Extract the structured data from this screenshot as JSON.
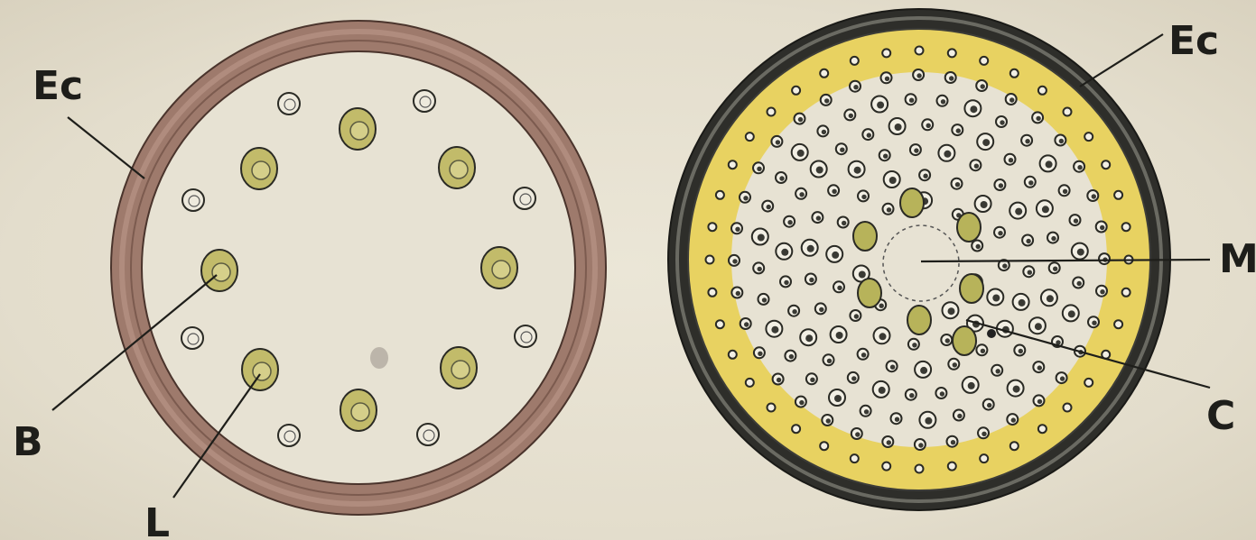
{
  "labels": {
    "left_ec": "Ec",
    "left_b": "B",
    "left_l": "L",
    "right_ec": "Ec",
    "right_m": "M",
    "right_c": "C"
  },
  "colors": {
    "background": "#e6e0d0",
    "left_ring": "#9e7a6c",
    "left_ring_dark": "#5a3f36",
    "right_ring": "#3c3c38",
    "yellow_band": "#e8d261",
    "cell_green": "#b7b35a",
    "ink": "#1e1e1a"
  }
}
